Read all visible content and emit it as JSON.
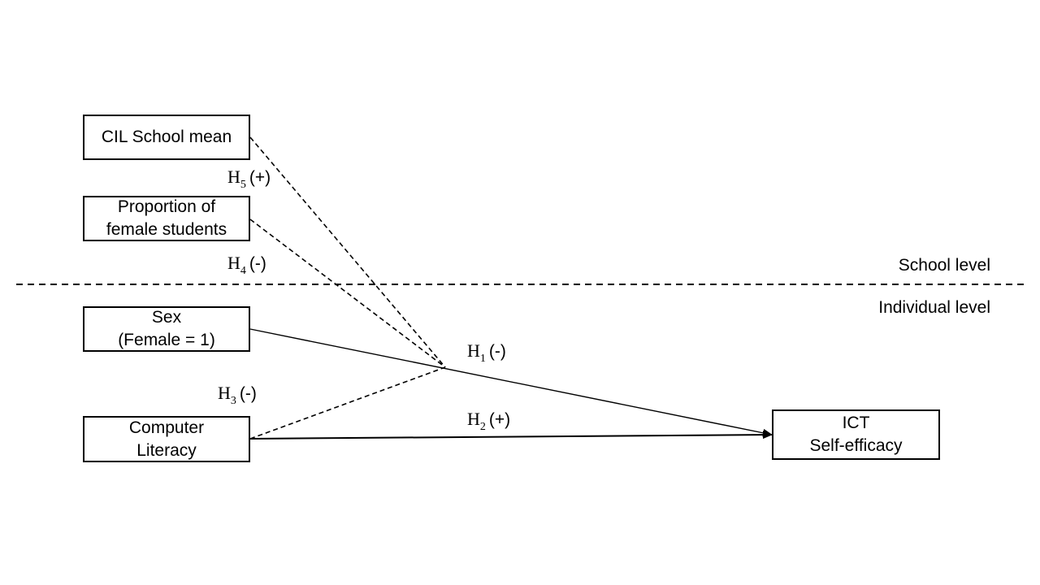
{
  "boxes": {
    "cil_school_mean": {
      "line1": "CIL School mean",
      "line2": ""
    },
    "proportion_female": {
      "line1": "Proportion of",
      "line2": "female students"
    },
    "sex": {
      "line1": "Sex",
      "line2": "(Female = 1)"
    },
    "computer_literacy": {
      "line1": "Computer",
      "line2": "Literacy"
    },
    "ict_self_efficacy": {
      "line1": "ICT",
      "line2": "Self-efficacy"
    }
  },
  "hypotheses": {
    "h1": {
      "letter": "H",
      "index": "1",
      "sign": "(-)"
    },
    "h2": {
      "letter": "H",
      "index": "2",
      "sign": "(+)"
    },
    "h3": {
      "letter": "H",
      "index": "3",
      "sign": "(-)"
    },
    "h4": {
      "letter": "H",
      "index": "4",
      "sign": "(-)"
    },
    "h5": {
      "letter": "H",
      "index": "5",
      "sign": "(+)"
    }
  },
  "levels": {
    "school": "School level",
    "individual": "Individual level"
  }
}
